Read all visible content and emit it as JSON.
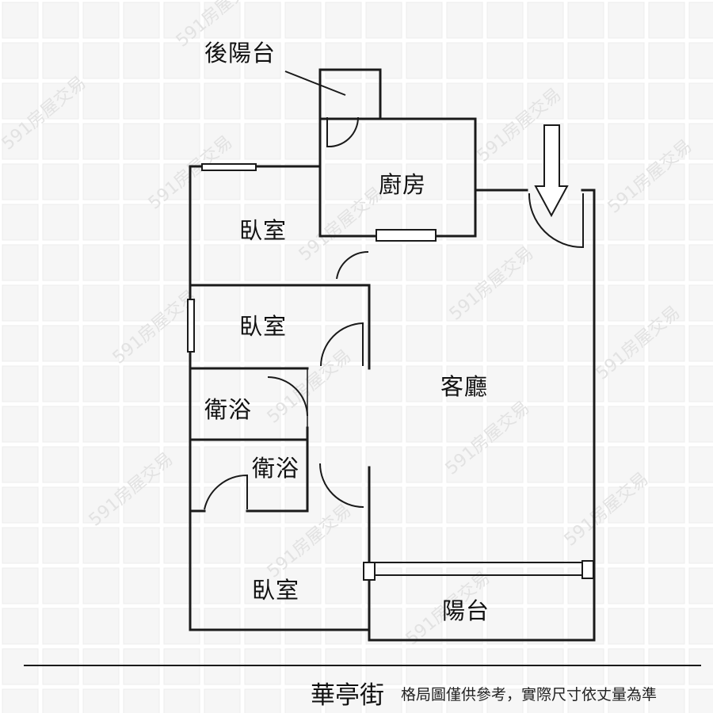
{
  "rooms": {
    "back_balcony": "後陽台",
    "kitchen": "廚房",
    "bedroom_1": "臥室",
    "bedroom_2": "臥室",
    "bathroom_1": "衛浴",
    "bathroom_2": "衛浴",
    "living_room": "客廳",
    "bedroom_3": "臥室",
    "balcony": "陽台"
  },
  "street": "華亭街",
  "disclaimer": "格局圖僅供參考，實際尺寸依丈量為準",
  "watermark": "591房屋交易",
  "colors": {
    "wall": "#1a1a1a",
    "grid": "#ececec",
    "background": "#ffffff"
  }
}
